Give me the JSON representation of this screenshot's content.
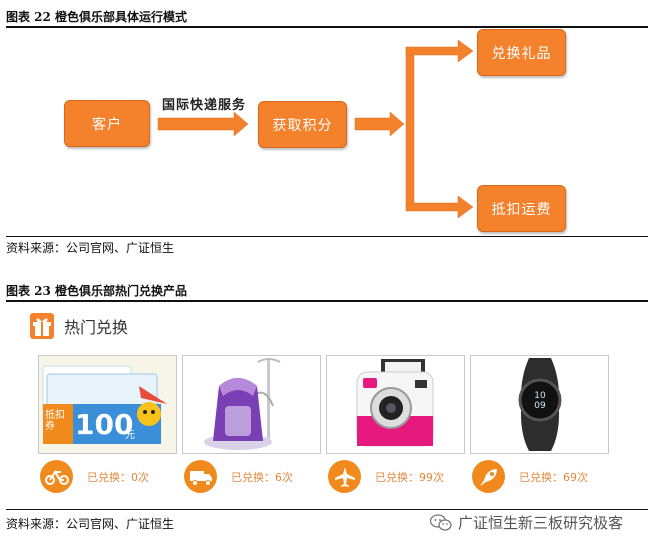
{
  "figure22": {
    "title": "图表 22 橙色俱乐部具体运行模式",
    "customer": "客户",
    "channel": "国际快递服务",
    "earn_points": "获取积分",
    "redeem_gift": "兑换礼品",
    "offset_fee": "抵扣运费",
    "source": "资料来源：公司官网、广证恒生"
  },
  "figure23": {
    "title": "图表 23 橙色俱乐部热门兑换产品",
    "section_title": "热门兑换",
    "coupon_text": "抵扣券",
    "coupon_amount": "100",
    "coupon_unit": "元",
    "products": [
      {
        "image": "coupon-image",
        "icon": "bicycle-icon",
        "count": "已兑换：0次"
      },
      {
        "image": "garment-steamer-image",
        "icon": "truck-icon",
        "count": "已兑换：6次"
      },
      {
        "image": "instant-camera-image",
        "icon": "airplane-icon",
        "count": "已兑换：99次"
      },
      {
        "image": "smartwatch-image",
        "icon": "rocket-icon",
        "count": "已兑换：69次"
      }
    ],
    "source": "资料来源：公司官网、广证恒生",
    "watermark": "广证恒生新三板研究极客"
  },
  "colors": {
    "accent": "#f4812c",
    "icon_circle": "#f08a1c",
    "count_text": "#e08a3c"
  }
}
